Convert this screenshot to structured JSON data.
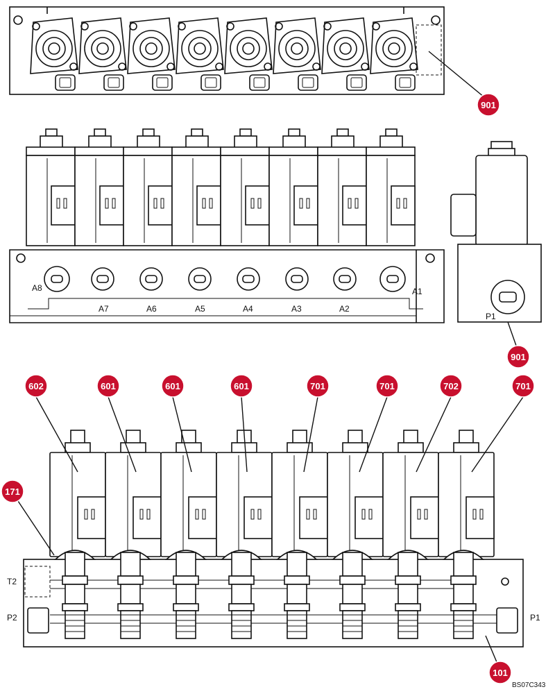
{
  "port_labels_mid": [
    "A8",
    "A7",
    "A6",
    "A5",
    "A4",
    "A3",
    "A2",
    "A1"
  ],
  "port_label_p1_mid": "P1",
  "port_labels_bottom": {
    "t2": "T2",
    "p2": "P2",
    "p1": "P1"
  },
  "callouts": {
    "top_901": "901",
    "mid_901": "901",
    "bottom": [
      "602",
      "601",
      "601",
      "601",
      "701",
      "701",
      "702",
      "701"
    ],
    "left_171": "171",
    "base_101": "101"
  },
  "drawing_code": "BS07C343",
  "colors": {
    "callout": "#c8102e",
    "line": "#111111"
  }
}
